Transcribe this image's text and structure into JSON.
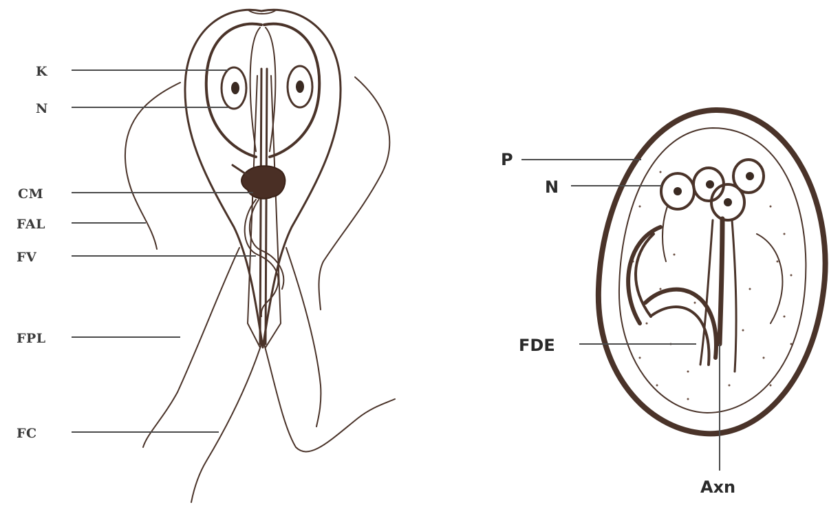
{
  "trophozoite_labels": {
    "k": "K",
    "n": "N",
    "cm": "CM",
    "fal": "FAL",
    "fv": "FV",
    "fpl": "FPL",
    "fc": "FC"
  },
  "cyst_labels": {
    "p": "P",
    "n": "N",
    "fde": "FDE",
    "axn": "Axn"
  },
  "colors": {
    "ink": "#4a3329",
    "leader": "#4a4a4a",
    "background": "#ffffff"
  }
}
